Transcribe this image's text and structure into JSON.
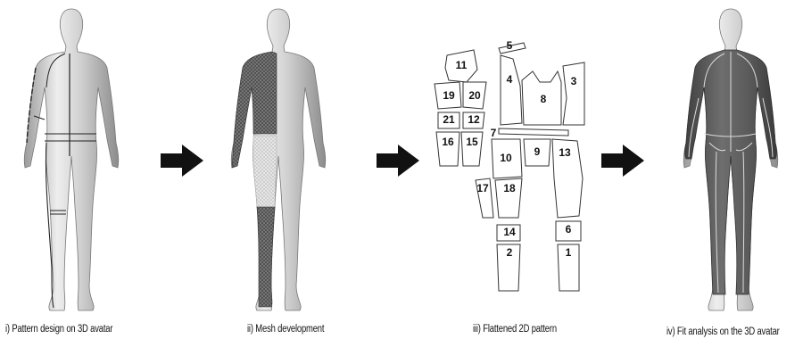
{
  "captions": [
    "i) Pattern design on 3D avatar",
    "ii) Mesh development",
    "iii) Flattened 2D pattern",
    "iv) Fit analysis on the 3D avatar"
  ],
  "pattern_piece_labels": [
    "1",
    "2",
    "3",
    "4",
    "5",
    "6",
    "7",
    "8",
    "9",
    "10",
    "11",
    "12",
    "13",
    "14",
    "15",
    "16",
    "17",
    "18",
    "19",
    "20",
    "21"
  ],
  "colors": {
    "avatar_light": "#d9d9d9",
    "avatar_dark": "#8a8a8a",
    "mesh": "#5a5a5a",
    "suit": "#5c5c5c",
    "seam": "#d8d8d8",
    "arrow": "#111111",
    "pattern_outline": "#333333"
  },
  "icons": [
    "right-arrow-icon"
  ]
}
